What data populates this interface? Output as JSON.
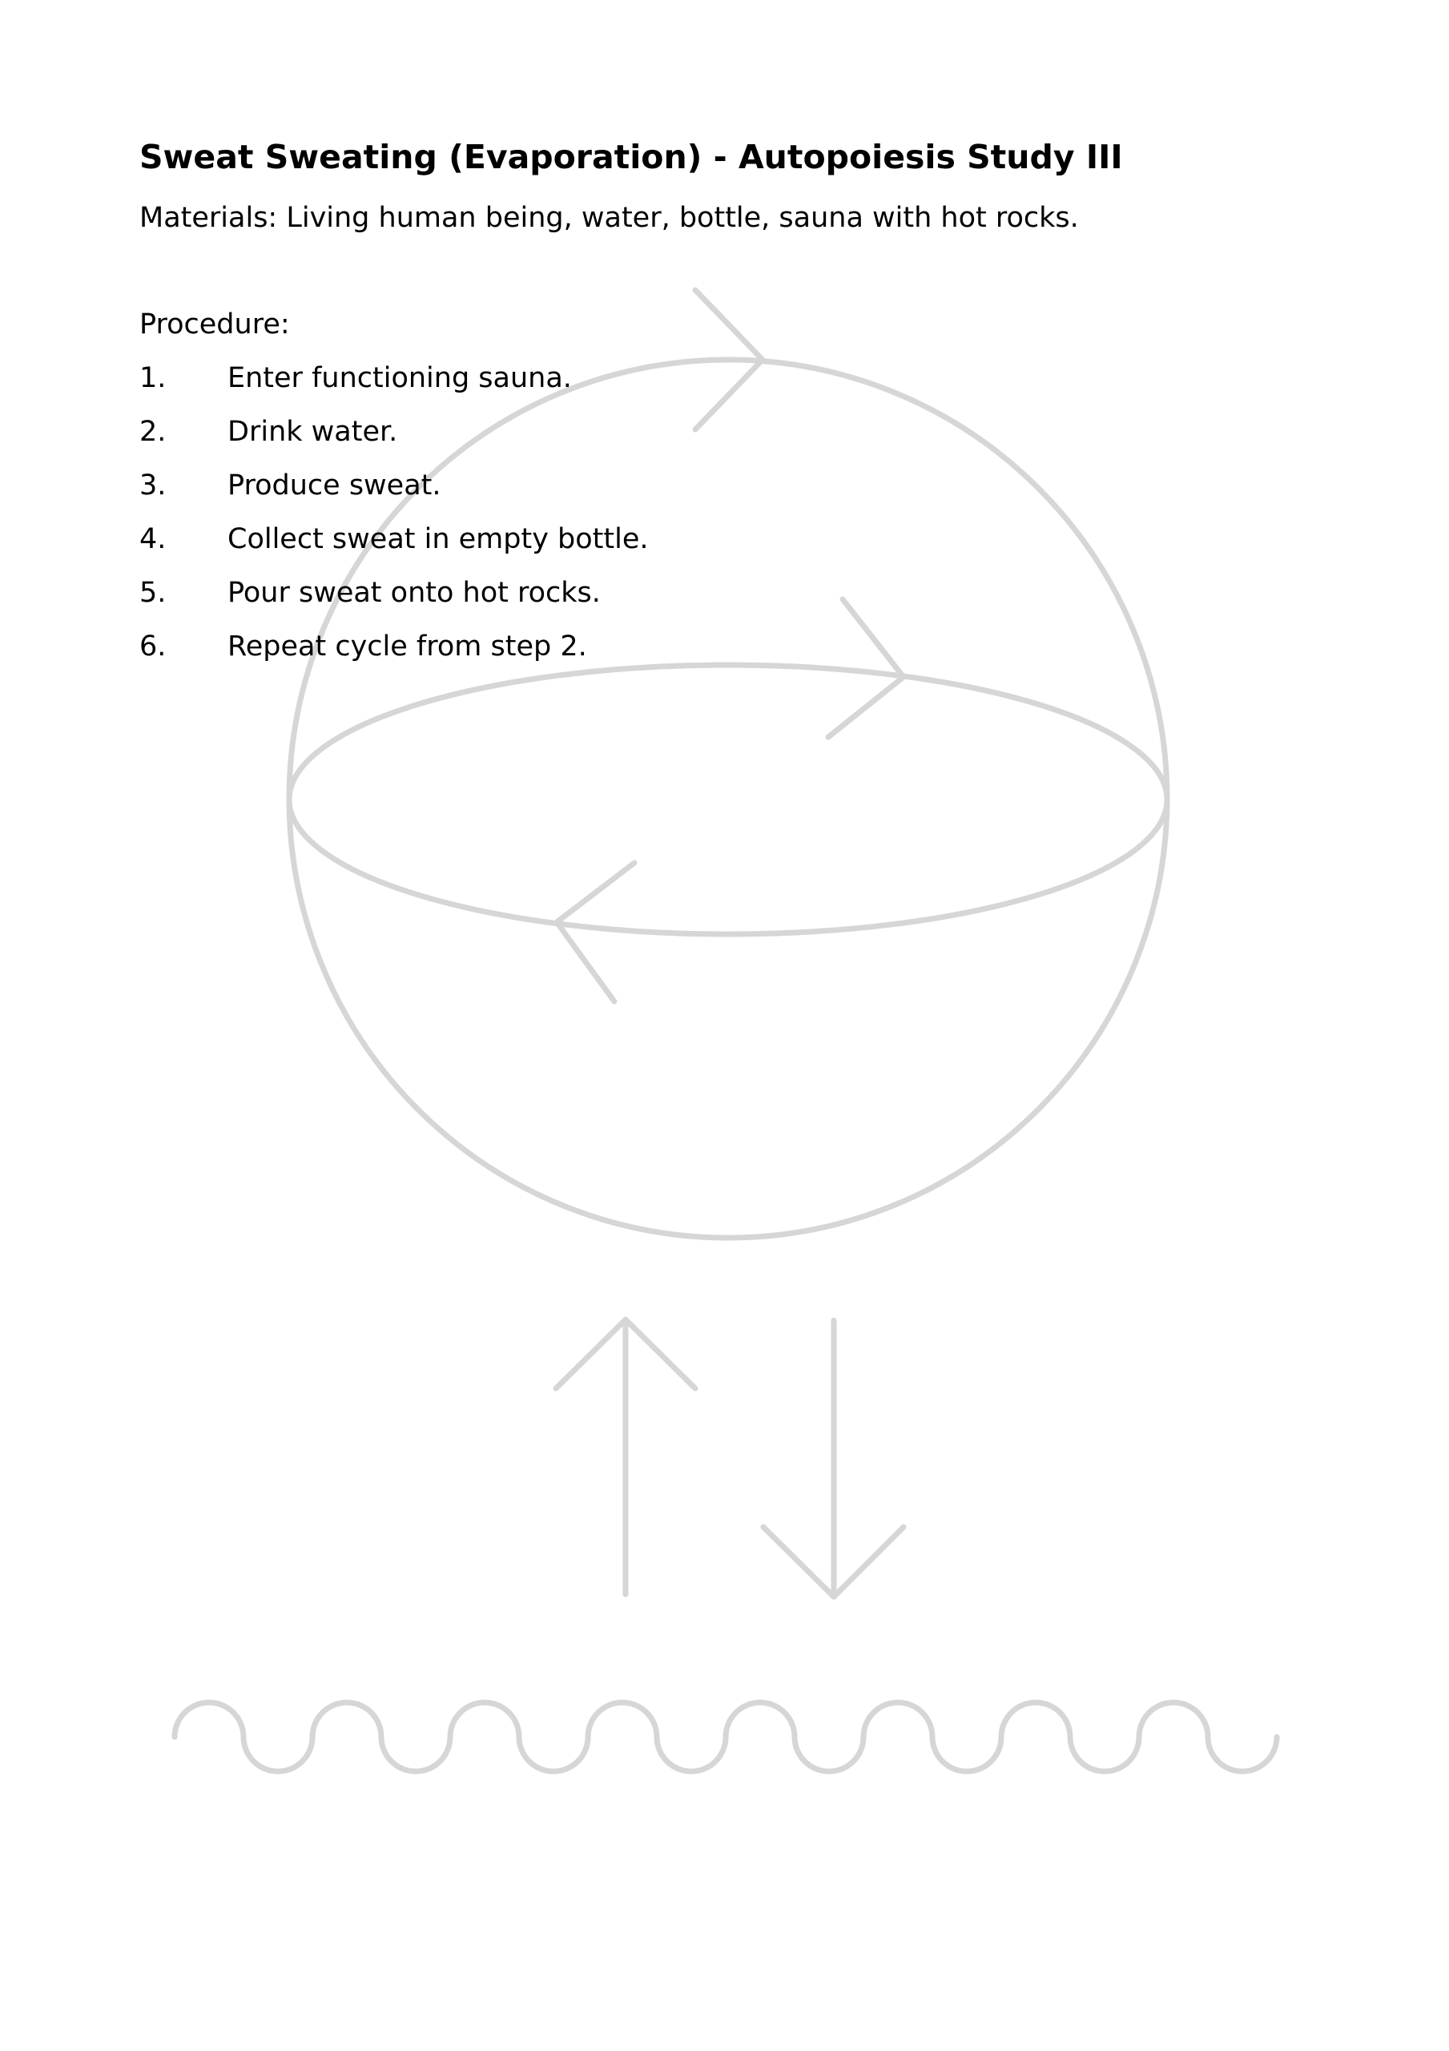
{
  "document": {
    "title": "Sweat Sweating (Evaporation) - Autopoiesis Study III",
    "materials": "Materials: Living human being, water, bottle, sauna with hot rocks.",
    "procedure_label": "Procedure:",
    "steps": [
      {
        "num": "1.",
        "text": "Enter functioning sauna."
      },
      {
        "num": "2.",
        "text": "Drink water."
      },
      {
        "num": "3.",
        "text": "Produce sweat."
      },
      {
        "num": "4.",
        "text": "Collect sweat in empty bottle."
      },
      {
        "num": "5.",
        "text": "Pour sweat onto hot rocks."
      },
      {
        "num": "6.",
        "text": "Repeat cycle from step 2."
      }
    ]
  },
  "diagram": {
    "stroke_color": "#d6d6d6",
    "elements": [
      "sphere-circle",
      "equator-ellipse",
      "cycle-arrows",
      "up-arrow",
      "down-arrow",
      "water-wave"
    ]
  }
}
